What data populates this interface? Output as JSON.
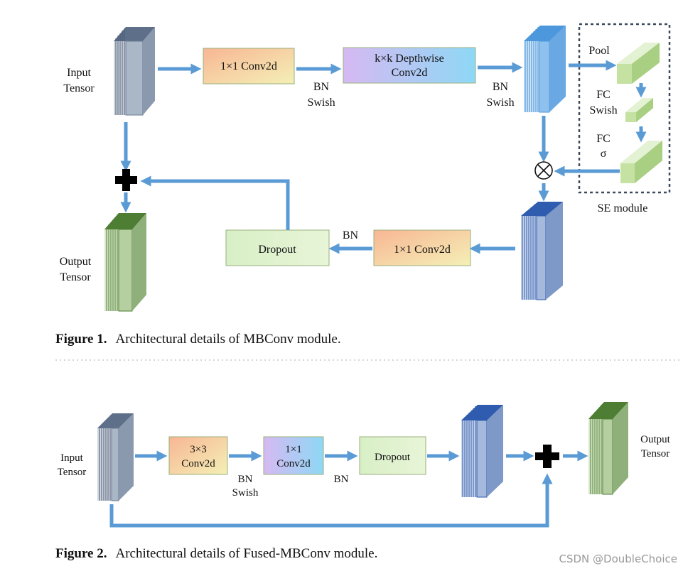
{
  "figure1": {
    "input_label_1": "Input",
    "input_label_2": "Tensor",
    "conv1_label": "1×1 Conv2d",
    "dw_label_1": "k×k Depthwise",
    "dw_label_2": "Conv2d",
    "bn_swish_1a": "BN",
    "bn_swish_1b": "Swish",
    "bn_swish_2a": "BN",
    "bn_swish_2b": "Swish",
    "se_pool": "Pool",
    "se_fc1_a": "FC",
    "se_fc1_b": "Swish",
    "se_fc2_a": "FC",
    "se_fc2_b": "σ",
    "se_module_label": "SE module",
    "multiply_symbol": "⊗",
    "conv2_label": "1×1 Conv2d",
    "bn_label": "BN",
    "dropout_label": "Dropout",
    "output_label_1": "Output",
    "output_label_2": "Tensor",
    "caption_bold": "Figure 1.",
    "caption_text": "Architectural details of MBConv module."
  },
  "figure2": {
    "input_label_1": "Input",
    "input_label_2": "Tensor",
    "conv3_label_1": "3×3",
    "conv3_label_2": "Conv2d",
    "conv1_label_1": "1×1",
    "conv1_label_2": "Conv2d",
    "dropout_label": "Dropout",
    "bn_swish_a": "BN",
    "bn_swish_b": "Swish",
    "bn_label": "BN",
    "output_label_1": "Output",
    "output_label_2": "Tensor",
    "caption_bold": "Figure 2.",
    "caption_text": "Architectural details of Fused-MBConv module."
  },
  "watermark": "CSDN @DoubleChoice",
  "colors": {
    "arrow": "#5b9bd5",
    "tensor_gray": "#7f8fa6",
    "tensor_blue": "#4a78c2",
    "tensor_green": "#6a9a4e",
    "se_green": "#c9e3a6",
    "box_orange": "#f6c6a0",
    "box_purple": "#c9b8f0",
    "box_green": "#d9efc2"
  }
}
